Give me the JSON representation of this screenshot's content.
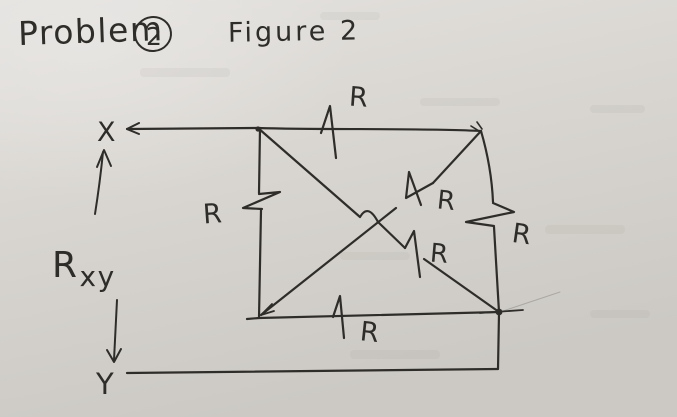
{
  "title": {
    "problem": "Problem",
    "number": "2",
    "figure": "Figure 2"
  },
  "terminals": {
    "x": "X",
    "y": "Y"
  },
  "measurement": {
    "symbol": "R",
    "subscript": "xy"
  },
  "resistors": [
    {
      "id": "top-edge",
      "label": "R"
    },
    {
      "id": "left-edge",
      "label": "R"
    },
    {
      "id": "right-edge",
      "label": "R"
    },
    {
      "id": "diagonal-topright-bottomleft",
      "label": "R"
    },
    {
      "id": "diagonal-topleft-bottomright",
      "label": "R"
    },
    {
      "id": "bottom-edge",
      "label": "R"
    }
  ],
  "colors": {
    "paper": "#d9d6d1",
    "ink": "#2f2d2a"
  }
}
